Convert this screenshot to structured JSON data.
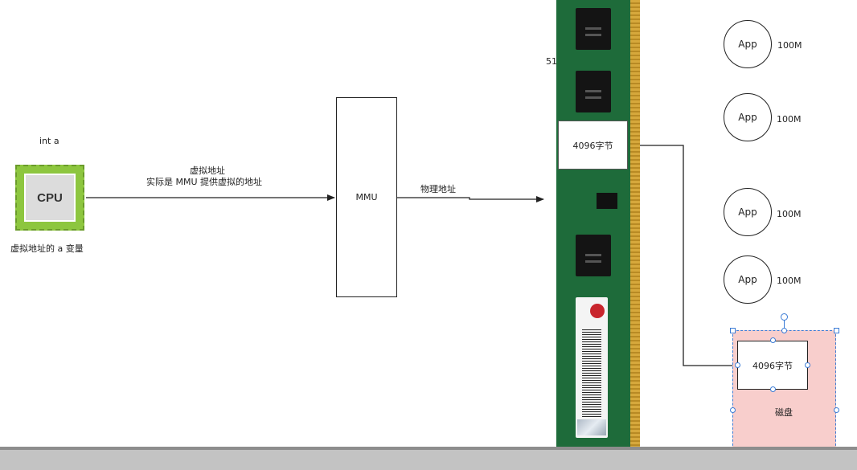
{
  "cpu": {
    "label": "CPU",
    "var_label": "int  a",
    "caption": "虚拟地址的    a 变量"
  },
  "edge_cpu_mmu": {
    "line1": "虚拟地址",
    "line2": "实际是 MMU     提供虚拟的地址"
  },
  "mmu": {
    "label": "MMU"
  },
  "edge_mmu_ram": {
    "label": "物理地址"
  },
  "ram": {
    "page_label": "4096字节",
    "cut_text": "51"
  },
  "apps": [
    {
      "label": "App",
      "size": "100M"
    },
    {
      "label": "App",
      "size": "100M"
    },
    {
      "label": "App",
      "size": "100M"
    },
    {
      "label": "App",
      "size": "100M"
    }
  ],
  "disk": {
    "label": "磁盘",
    "page_label": "4096字节"
  },
  "colors": {
    "ram_pcb": "#1e6b3a",
    "cpu": "#8dc63f",
    "disk": "#f8cecc",
    "selection": "#3a7bd5"
  }
}
